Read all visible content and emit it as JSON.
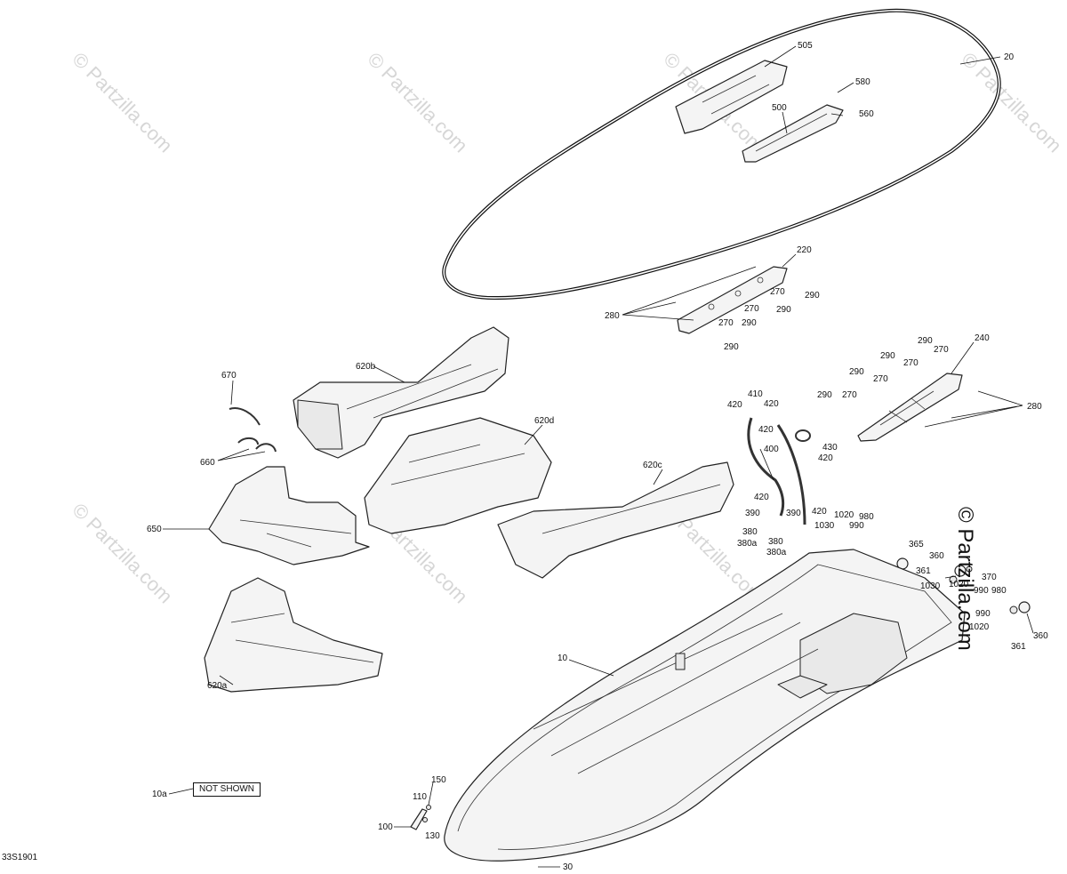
{
  "watermark": "© Partzilla.com",
  "diagram_ref": "33S1901",
  "not_shown_label": "NOT SHOWN",
  "callouts": {
    "c20": "20",
    "c505": "505",
    "c580": "580",
    "c500": "500",
    "c560": "560",
    "c220": "220",
    "c270a": "270",
    "c290a": "290",
    "c270b": "270",
    "c290b": "290",
    "c270c": "270",
    "c290c": "290",
    "c290d": "290",
    "c280a": "280",
    "c240": "240",
    "c290e": "290",
    "c270d": "270",
    "c290f": "290",
    "c270e": "270",
    "c290g": "290",
    "c270f": "270",
    "c290h": "290",
    "c270g": "270",
    "c280b": "280",
    "c670": "670",
    "c660": "660",
    "c650": "650",
    "c620a": "620a",
    "c620b": "620b",
    "c620c": "620c",
    "c620d": "620d",
    "c410": "410",
    "c420a": "420",
    "c420b": "420",
    "c420c": "420",
    "c420d": "420",
    "c420e": "420",
    "c420f": "420",
    "c430": "430",
    "c400": "400",
    "c390a": "390",
    "c390b": "390",
    "c380a": "380",
    "c380b": "380",
    "c380aa": "380a",
    "c380ab": "380a",
    "c1020a": "1020",
    "c1030a": "1030",
    "c990a": "990",
    "c980a": "980",
    "c365": "365",
    "c360a": "360",
    "c361a": "361",
    "c1020b": "1020",
    "c370": "370",
    "c1030b": "1030",
    "c990b": "990",
    "c980b": "980",
    "c990c": "990",
    "c1020c": "1020",
    "c360b": "360",
    "c361b": "361",
    "c10": "10",
    "c10a": "10a",
    "c150": "150",
    "c110": "110",
    "c100": "100",
    "c130": "130",
    "c30": "30"
  }
}
